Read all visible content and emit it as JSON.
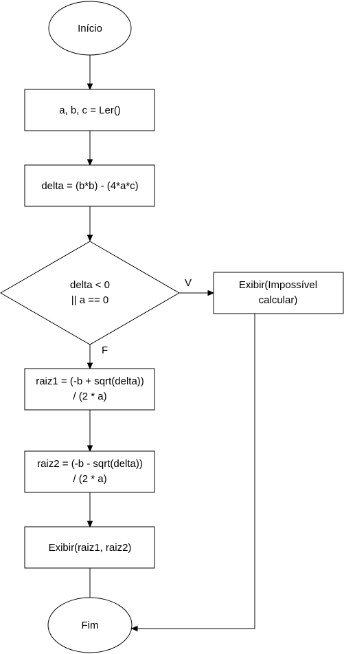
{
  "diagram": {
    "nodes": {
      "start": {
        "label": "Início"
      },
      "read_input": {
        "label": "a, b, c = Ler()"
      },
      "compute_delta": {
        "label": "delta = (b*b) - (4*a*c)"
      },
      "decision": {
        "line1": "delta < 0",
        "line2": "|| a == 0"
      },
      "show_impossible": {
        "line1": "Exibir(Impossível",
        "line2": "calcular)"
      },
      "root1": {
        "line1": "raiz1 = (-b + sqrt(delta))",
        "line2": "/ (2 * a)"
      },
      "root2": {
        "line1": "raiz2 = (-b - sqrt(delta))",
        "line2": "/ (2 * a)"
      },
      "show_roots": {
        "label": "Exibir(raiz1, raiz2)"
      },
      "end": {
        "label": "Fim"
      }
    },
    "edges": {
      "true_label": "V",
      "false_label": "F"
    }
  }
}
